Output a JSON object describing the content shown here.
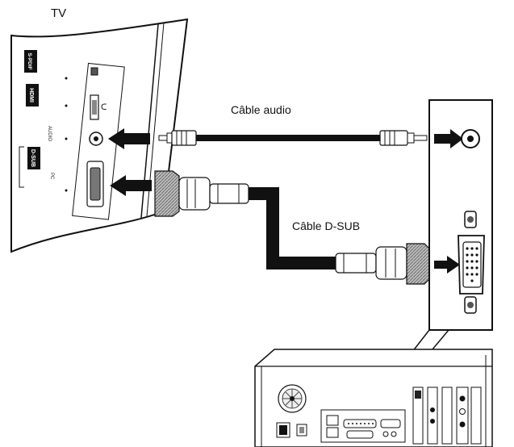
{
  "labels": {
    "tv": "TV",
    "cable_audio": "Câble audio",
    "cable_dsub": "Câble D-SUB"
  },
  "tv_ports": {
    "spdif": "S-PDIF",
    "hdmi": "HDMI",
    "dsub": "D-SUB",
    "audio": "AUDIO",
    "pc": "PC"
  },
  "colors": {
    "line": "#111111",
    "background": "#ffffff",
    "cable_gray": "#9a9a9a"
  },
  "icons": [
    "arrow-left-icon",
    "arrow-right-icon",
    "audio-jack-icon",
    "vga-port-icon",
    "hdmi-port-icon",
    "fan-icon"
  ]
}
